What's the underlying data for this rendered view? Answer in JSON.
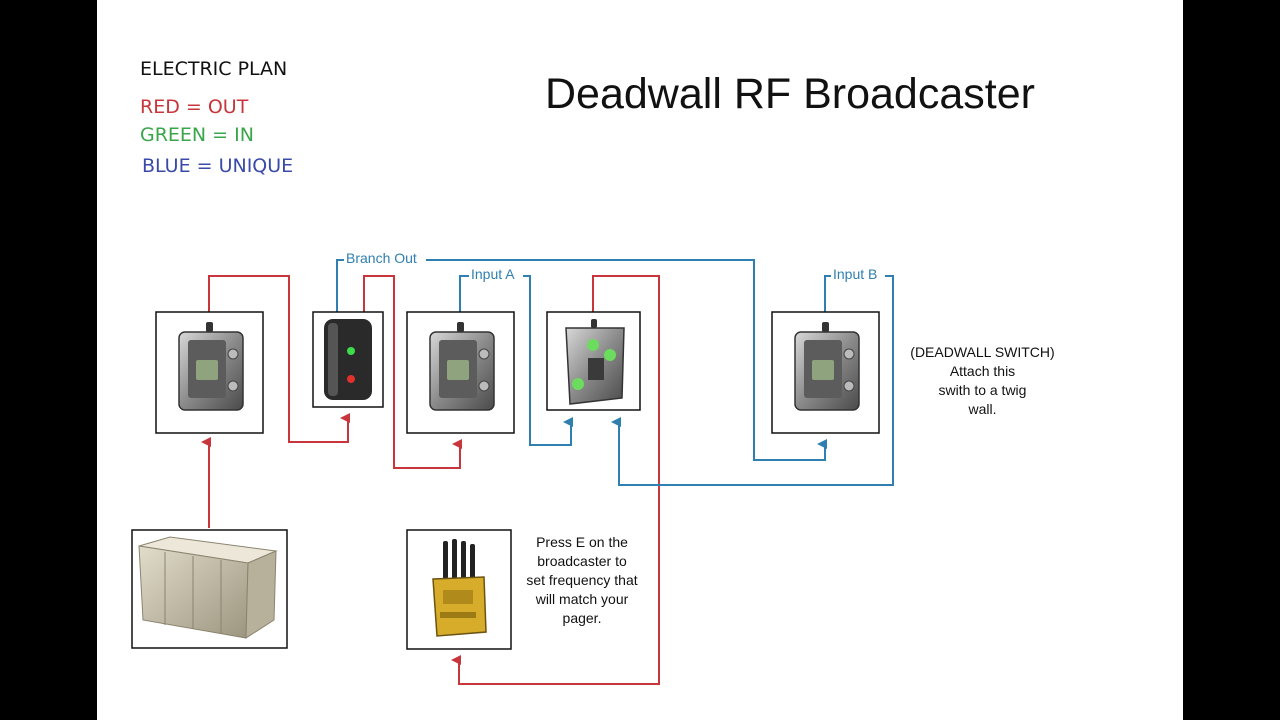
{
  "title": "Deadwall RF Broadcaster",
  "legend": {
    "heading": "ELECTRIC PLAN",
    "items": [
      {
        "text": "RED = OUT",
        "color": "#c8363c"
      },
      {
        "text": "GREEN = IN",
        "color": "#3aa64a"
      },
      {
        "text": "BLUE = UNIQUE",
        "color": "#3a4aa8"
      }
    ]
  },
  "labels": {
    "branch_out": "Branch Out",
    "input_a": "Input A",
    "input_b": "Input B"
  },
  "notes": {
    "switch": [
      "(DEADWALL SWITCH)",
      "Attach this",
      "swith to a twig",
      "wall."
    ],
    "broadcaster": [
      "Press E on the",
      "broadcaster to",
      "set frequency that",
      "will match your",
      "pager."
    ]
  },
  "colors": {
    "out_wire": "#c8363c",
    "unique_wire": "#2f7fb0"
  },
  "icons": {
    "generator": "generator-icon",
    "splitter": "splitter-icon",
    "switch": "switch-icon",
    "and_gate": "logic-gate-icon",
    "broadcaster": "rf-broadcaster-icon"
  }
}
